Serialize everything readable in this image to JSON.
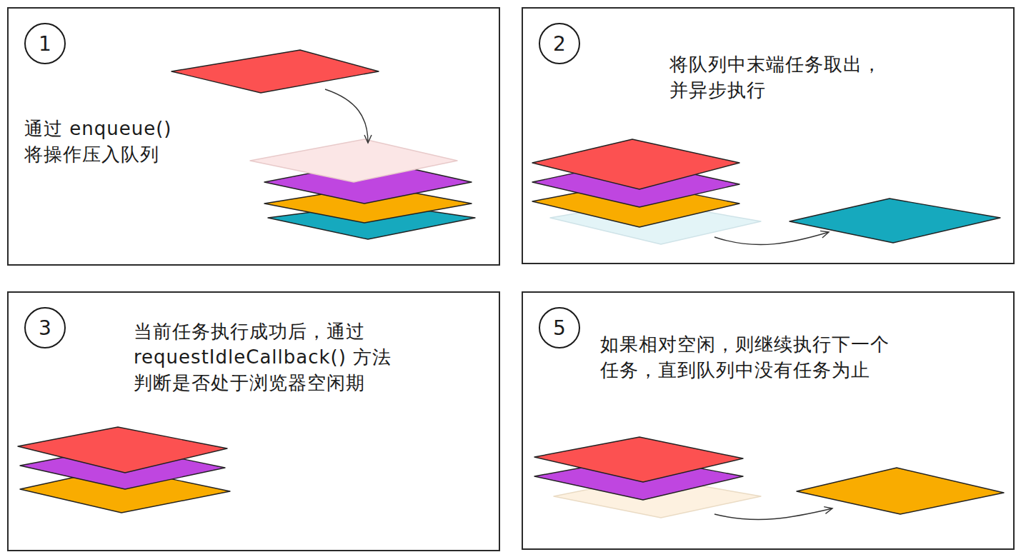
{
  "diagram": {
    "nodes": [
      {
        "text": [
          "通过 enqueue() 将操作压入队列"
        ]
      },
      {
        "text": [
          "1"
        ],
        "in": 0
      },
      {
        "text": [
          "将队列中末端任务取出， 并异步执行"
        ]
      },
      {
        "text": [
          "2"
        ],
        "in": 2
      },
      {
        "text": [
          "当前任务执行成功后，通过 requestIdleCallback() 方法 判断是否处于浏览器空闲期"
        ]
      },
      {
        "text": [
          "3"
        ],
        "in": 4
      },
      {
        "text": [
          "如果相对空闲，则继续执行下一个 任务，直到队列中没有任务为止"
        ]
      },
      {
        "text": [
          "5"
        ],
        "in": 6
      }
    ]
  }
}
